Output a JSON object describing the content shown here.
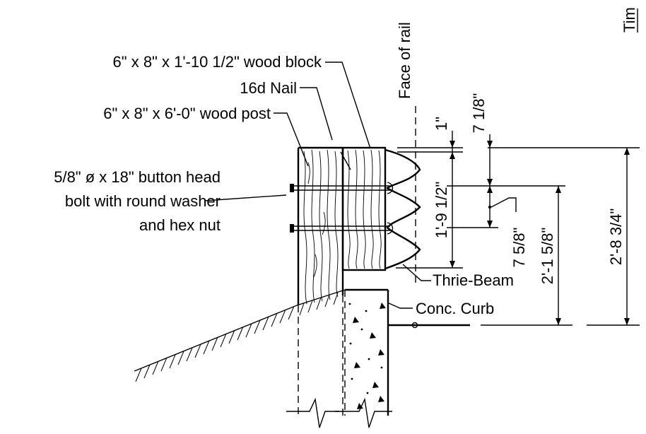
{
  "labels": {
    "wood_block": "6\" x 8\" x 1'-10 1/2\" wood block",
    "nail": "16d Nail",
    "wood_post": "6\" x 8\" x 6'-0\" wood post",
    "bolt_line1": "5/8\" ø x 18\" button head",
    "bolt_line2": "bolt with round washer",
    "bolt_line3": "and hex nut",
    "face_of_rail": "Face of rail",
    "timber_cut": "Tim",
    "thrie_beam": "Thrie-Beam",
    "conc_curb": "Conc. Curb"
  },
  "dimensions": {
    "d1": "1\"",
    "d2": "7 1/8\"",
    "d3": "1'-9 1/2\"",
    "d4": "7 5/8\"",
    "d5": "2'-1 5/8\"",
    "d6": "2'-8 3/4\""
  }
}
